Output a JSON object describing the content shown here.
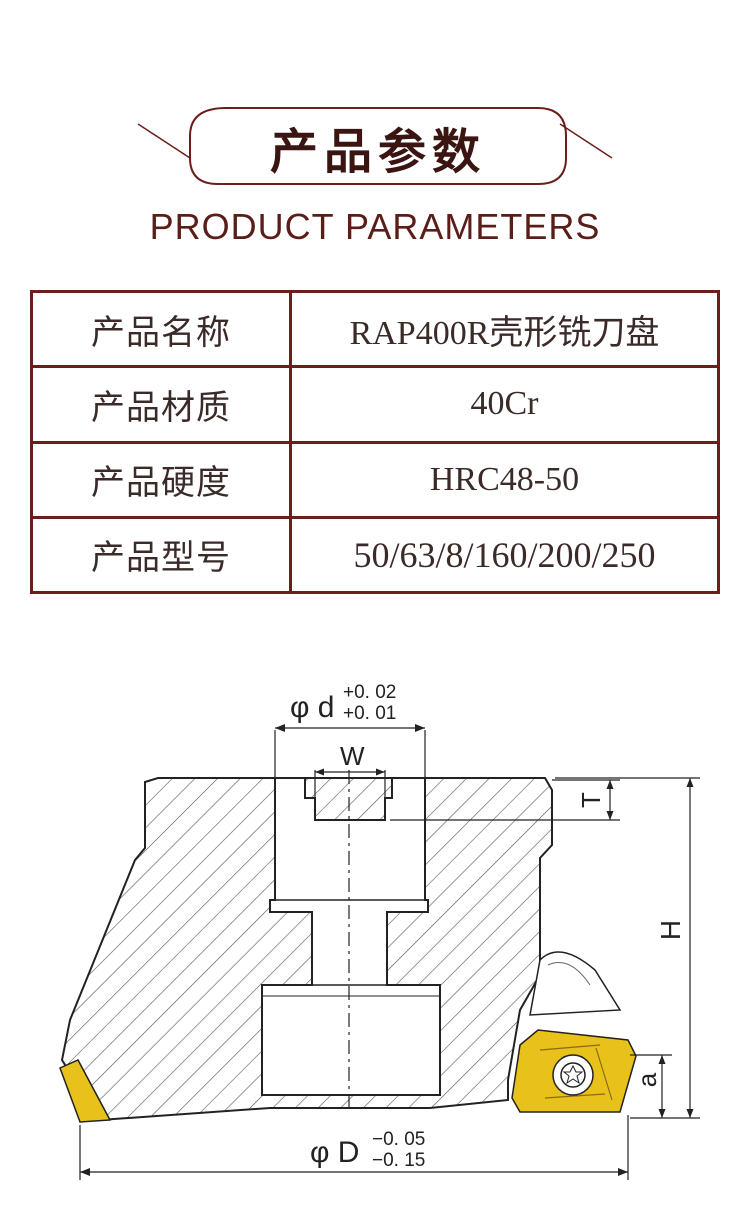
{
  "header": {
    "title_cn": "产品参数",
    "title_en": "PRODUCT PARAMETERS"
  },
  "params": [
    {
      "label": "产品名称",
      "value": "RAP400R壳形铣刀盘"
    },
    {
      "label": "产品材质",
      "value": "40Cr"
    },
    {
      "label": "产品硬度",
      "value": "HRC48-50"
    },
    {
      "label": "产品型号",
      "value": "50/63/8/160/200/250"
    }
  ],
  "diagram": {
    "bore_label": "φ d",
    "bore_tol_upper": "+0. 02",
    "bore_tol_lower": "+0. 01",
    "keyway_label": "W",
    "depth_label": "T",
    "height_label": "H",
    "insert_label": "a",
    "dia_label": "φ D",
    "dia_tol_upper": "−0. 05",
    "dia_tol_lower": "−0. 15"
  },
  "colors": {
    "accent": "#6b1f1a",
    "insert": "#e8c21a"
  }
}
